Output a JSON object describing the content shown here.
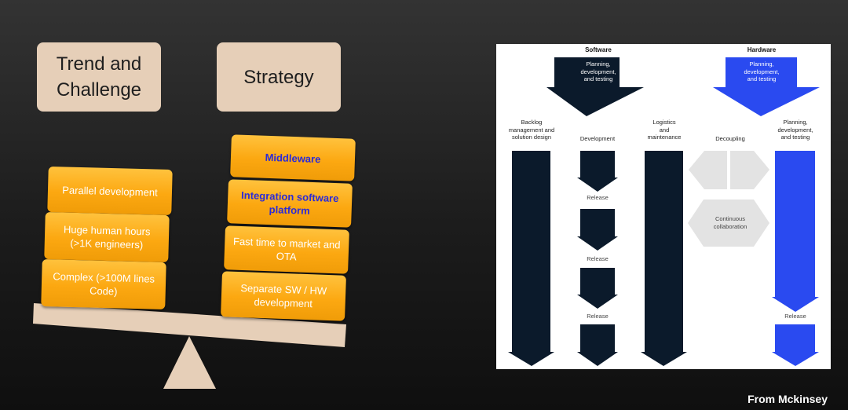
{
  "left": {
    "headers": {
      "trend": "Trend and\nChallenge",
      "strategy": "Strategy"
    },
    "trend_blocks": [
      "Parallel development",
      "Huge human hours\n(>1K engineers)",
      "Complex  (>100M lines\nCode)"
    ],
    "strategy_blocks": [
      "Middleware",
      "Integration software\nplatform",
      "Fast time to market and\nOTA",
      "Separate SW / HW\ndevelopment"
    ]
  },
  "mckinsey": {
    "software_title": "Software",
    "hardware_title": "Hardware",
    "sw_top_arrow": "Planning,\ndevelopment,\nand testing",
    "hw_top_arrow": "Planning,\ndevelopment,\nand testing",
    "columns": {
      "backlog": "Backlog\nmanagement and\nsolution design",
      "development": "Development",
      "logistics": "Logistics\nand\nmaintenance",
      "decoupling": "Decoupling",
      "hw_planning": "Planning,\ndevelopment,\nand testing"
    },
    "release_labels": [
      "Release",
      "Release",
      "Release"
    ],
    "hw_release": "Release",
    "continuous": "Continuous\ncollaboration",
    "colors": {
      "navy": "#0b1a2b",
      "blue": "#2a4af0",
      "grey": "#e3e3e3"
    }
  },
  "source": "From Mckinsey"
}
